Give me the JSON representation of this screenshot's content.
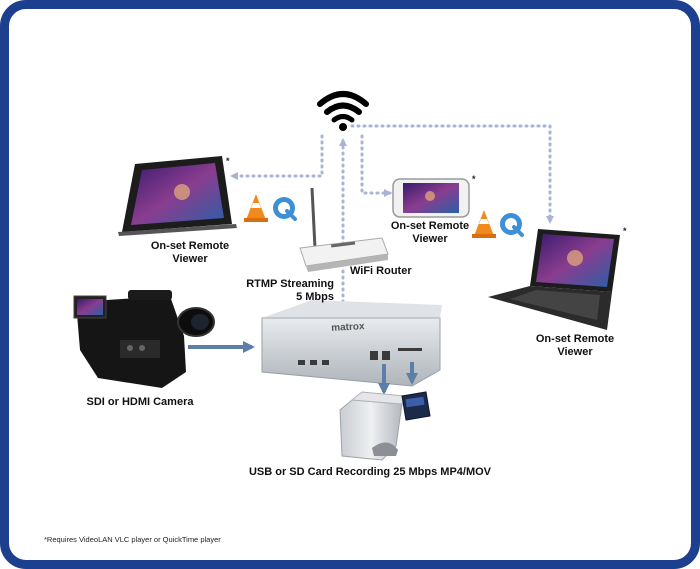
{
  "colors": {
    "frame": "#1d3f8f",
    "arrow_blue": "#5c7fa6",
    "dotted_path": "#a8b3d6",
    "vlc_orange": "#f08a1c",
    "quicktime_blue": "#3d8fd6"
  },
  "icons": [
    "wifi-icon",
    "vlc-icon",
    "quicktime-icon"
  ],
  "nodes": {
    "tablet_viewer": "On-set Remote Viewer",
    "phone_viewer": "On-set Remote Viewer",
    "laptop_viewer": "On-set Remote Viewer",
    "router": "WiFi Router",
    "streaming_line1": "RTMP Streaming",
    "streaming_line2": "5 Mbps",
    "camera": "SDI or HDMI Camera",
    "recording": "USB or SD Card Recording 25 Mbps MP4/MOV",
    "device_brand": "matrox",
    "star": "*"
  },
  "footnote": "*Requires VideoLAN VLC player or QuickTime player"
}
